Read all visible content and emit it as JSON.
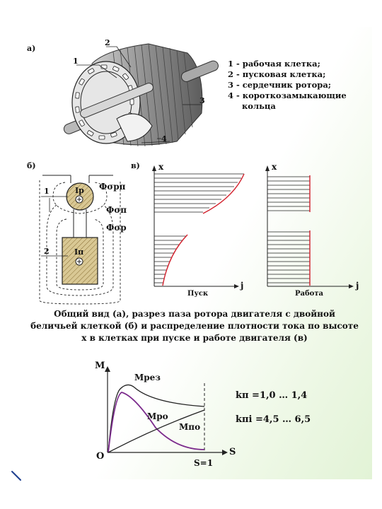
{
  "panels": {
    "a_label": "а)",
    "b_label": "б)",
    "v_label": "в)"
  },
  "motor": {
    "callouts": [
      "1",
      "2",
      "3",
      "4"
    ]
  },
  "legend": {
    "items": [
      "1 - рабочая клетка;",
      "2 - пусковая клетка;",
      "3 - сердечник ротора;",
      "4 - короткозамыкающие"
    ],
    "continuation": "кольца"
  },
  "slot": {
    "flux_top": "Фσрп",
    "flux_mid": "Фσп",
    "flux_low": "Фσр",
    "current_top": "Iр",
    "current_bottom": "Iп",
    "marker_1": "1",
    "marker_2": "2"
  },
  "current_density": {
    "x_axis": "x",
    "j_axis": "j",
    "start_label": "Пуск",
    "run_label": "Работа"
  },
  "caption": {
    "lines": [
      "Общий вид (а), разрез паза ротора двигателя с двойной",
      "беличьей клеткой (б) и распределение плотности тока по высоте",
      "х в клетках при пуске и работе двигателя (в)"
    ]
  },
  "torque_chart": {
    "y_axis": "M",
    "x_axis": "S",
    "origin": "O",
    "s1_label": "S=1",
    "curve_total": "Mрез",
    "curve_working": "Mро",
    "curve_start": "Mпо",
    "formula_kp": "kп =1,0 … 1,4",
    "formula_kpi": "kпi =4,5 … 6,5"
  },
  "colors": {
    "red_curve": "#d2202c",
    "purple_curve": "#7b2a8c",
    "hatch": "#c8b27a"
  }
}
